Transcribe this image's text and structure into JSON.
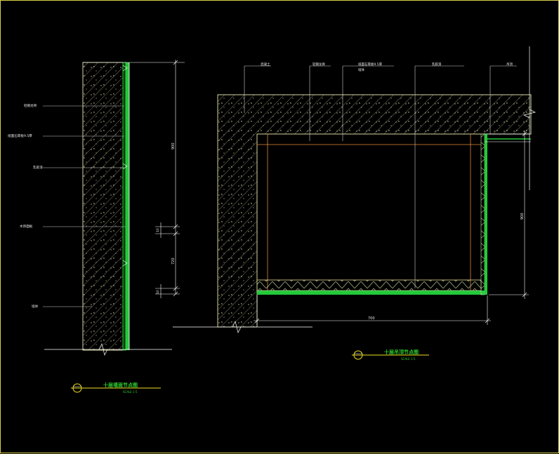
{
  "drawing": {
    "left_section": {
      "labels": [
        "轻钢龙骨",
        "纸面石膏板9.5厚",
        "乳胶漆",
        "木饰面板",
        "墙体"
      ],
      "dims": [
        "900",
        "10",
        "720",
        "10"
      ],
      "title": "十层墙面节点图",
      "scale": "SCALE 1:5"
    },
    "right_section": {
      "labels": [
        "混凝土",
        "轻钢龙骨",
        "纸面石膏板9.5厚",
        "乳胶漆",
        "吊顶",
        "墙体"
      ],
      "dims": [
        "900",
        "700"
      ],
      "title": "十层吊顶节点图",
      "scale": "SCALE 1:5"
    },
    "colors": {
      "background": "#000000",
      "frame": "#d8d24a",
      "concrete": "#d4d4a0",
      "green": "#22c93a",
      "orange": "#e08a3c",
      "line": "#ffffff",
      "title": "#2ecf2e",
      "marker": "#f0e020"
    }
  }
}
